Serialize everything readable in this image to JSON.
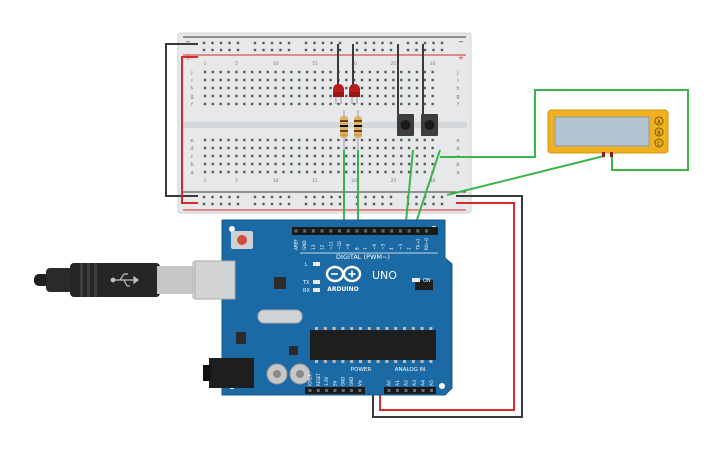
{
  "breadboard": {
    "col_numbers": [
      "1",
      "5",
      "10",
      "15",
      "20",
      "25",
      "30"
    ],
    "row_letters_top": [
      "j",
      "i",
      "h",
      "g",
      "f"
    ],
    "row_letters_bottom": [
      "e",
      "d",
      "c",
      "b",
      "a"
    ],
    "rail_minus": "−",
    "rail_plus": "+"
  },
  "arduino": {
    "brand": "ARDUINO",
    "model": "UNO",
    "digital_label": "DIGITAL (PWM~)",
    "power_label": "POWER",
    "analog_label": "ANALOG IN",
    "on_label": "ON",
    "led_l": "L",
    "led_tx": "TX",
    "led_rx": "RX",
    "digital_pins": [
      "AREF",
      "GND",
      "13",
      "12",
      "~11",
      "~10",
      "~9",
      "8",
      "7",
      "~6",
      "~5",
      "4",
      "~3",
      "2",
      "TX→1",
      "RX←0"
    ],
    "power_pins": [
      "IOREF",
      "RESET",
      "3.3V",
      "5V",
      "GND",
      "GND",
      "Vin"
    ],
    "analog_pins": [
      "A0",
      "A1",
      "A2",
      "A3",
      "A4",
      "A5"
    ]
  },
  "sensor": {
    "pins": [
      "A",
      "B",
      "C"
    ]
  },
  "colors": {
    "board_blue": "#1b6aa5",
    "breadboard": "#e9ebec",
    "wire_green": "#3bb54a",
    "wire_red": "#d72a2a",
    "wire_black": "#3a3a3a",
    "sensor_orange": "#f0b020",
    "led_red": "#b81d1d"
  }
}
